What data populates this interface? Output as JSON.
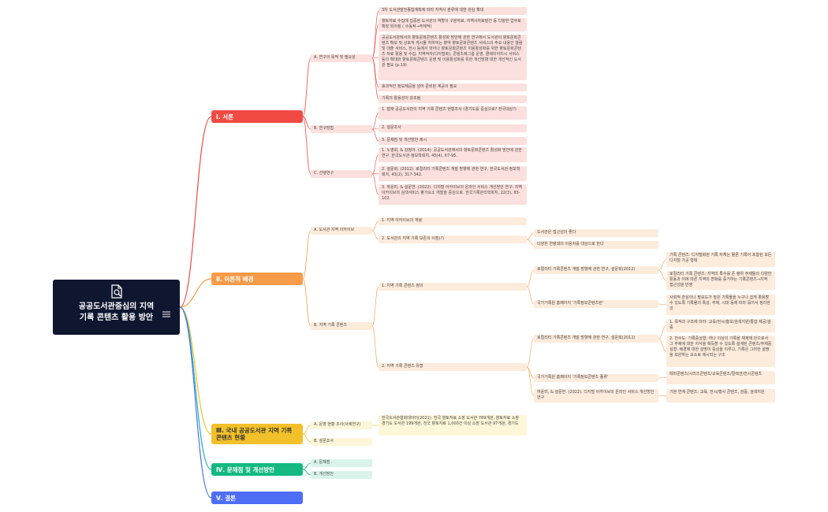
{
  "root": {
    "title_line1": "공공도서관중심의 지역",
    "title_line2": "기록 콘텐츠 활용 방안",
    "icon": "document-search-icon",
    "menu_icon": "menu-lines-icon"
  },
  "colors": {
    "red": "#f04a43",
    "orange": "#f79b48",
    "yellow": "#f2c12a",
    "green": "#14b981",
    "blue": "#4d6ef5",
    "cyan": "#27b0d9"
  },
  "b1": {
    "label": "Ⅰ. 서론",
    "a": {
      "label": "A. 연구의 목적 및 필요성",
      "items": [
        "3차 도서관발전종합계획에 따라 지역사 분류에 대한 관심 확대",
        "향토자료 수집에 집중된 도서관의 역할이 구분자료, 지역사자료발간 등 다양한 업무로 확장 되어짐 ( 수동적→주체적)",
        "공공도서관에서의 향토문화콘텐츠 활성화 방안에 관한 연구에서 도서관의 향토문화콘텐츠 확보 및 상호적 게시물 허하여는 향약 향토문화콘텐츠 서비스의 주요 내용인 열람 및 대출 서비스, 전시 등에서 벗어나 향토문화콘텐츠 이용활성화를 위한 향토문화콘텐츠 자료 활용 및 수집, 지역적자(디지털화), 콘텐츠제그룹 운영, 클레이어지시 서비스 등의 확대와 향토문화콘텐츠 운영 및 이용활성화를 위한 개선방향 대한 개선적인 도서관 필요 (p.19)",
        "효과적인 정보제공을 넘어 준비된 계공이 필요",
        "기록의 활용성이 강조됨"
      ]
    },
    "b": {
      "label": "B. 연구방법",
      "items": [
        "1. 협재 공공도서관의 지역 기록 콘텐츠 현황조사 (경기도를 중심으로? 전국대상?)",
        "2. 설문조사",
        "3. 문제점 및 개선방안 제시"
      ]
    },
    "c": {
      "label": "C. 선행연구",
      "items": [
        "1. 노영희, & 강정아. (2014). 공공도서관에서의 향토문화콘텐츠 활성화 방안에 관한 연구. 한국도서관·정보학회지, 45(4), 67-95.",
        "2. 설문희. (2012). 로컬리티 기록콘텐츠 개발 방향에 관한 연구. 한국도서관·정보학회지, 43(2), 317-342.",
        "3. 하윤미, & 설문연. (2022). 디지털 아카이브의 온라인 서비스 개선방안 연구: 지역 아카이브의 검색서비스 평가요소 개발을 중심으로. 한국기록관리학회지, 22(3), 83-102."
      ]
    }
  },
  "b2": {
    "label": "Ⅱ. 이론적 배경",
    "a": {
      "label": "A. 도서관 지역 아카이브",
      "i1": "1. 지역 아카이브의 개념",
      "i2": "2. 도서관의 지역 기록 보존의 이점(?)",
      "i2_children": [
        "도서관은 접근성이 좋다",
        "다양한 연령대의 이용자를 대상으로 한다"
      ]
    },
    "b": {
      "label": "B. 지역 기록 콘텐츠",
      "i1": "1. 지역 기록 콘텐츠 정의",
      "i1_children": [
        {
          "label": "로컬리티 기록콘텐츠 개발 방향에 관한 연구, 설문희(2012)",
          "children": [
            "기록 콘텐츠: 디지털화된 기록 자체는 물론 기록이 포함된 모든 디지털 가공 형태",
            "로컬리티 기록 콘텐츠: 지역의 특수를 존 평위 주제들의 다양한 활동과 이에 따른 지역의 변화를 증거하는 기록콘텐츠→지역 접근성을 반영"
          ]
        },
        {
          "label": "국가기록원 홈페이지 '기록정보콘텐츠란'",
          "children": [
            "사회적 관심이나 필요도가 높은 기록물을 누구나 쉽게 활용할 수 있도록 기록물의 특성, 주제, 시대 등에 따라 묶어서 정리한 것"
          ]
        }
      ],
      "i2": "2. 지역 기록 콘텐츠 유형",
      "i2_children": [
        {
          "label": "로컬리티 기록콘텐츠 개발 방향에 관한 연구, 설문희(2012)",
          "children": [
            "1. 목적과 구조에 따라: 교육/전시/홍보/검색지원/통합 제공/검증",
            "2. 전수도: 기록중심형: 하나 이상의 기록을 재계재 단으로서 그 주제에 대한 지식을 획득할 수 있도록 설계된 콘텐츠/주제중심형: 배경에 대한 설명이 중심을 이루고, 기록은 그러한 설명을 보완하는 요소로 제시되는 구조"
          ]
        },
        {
          "label": "국가기록원 홈페이지 '기록정보콘텐츠 종류'",
          "children": [
            "테마콘텐츠/시리즈콘텐츠/교육콘텐츠/컬렉션/전시콘텐츠"
          ]
        },
        {
          "label": "하윤미, & 설문연. (2022). 디지털 아카이브의 온라인 서비스 개선방안 연구",
          "children": [
            "기본 연계 콘텐츠: 교육, 전시/행사 콘텐츠, 검증, 검색지원"
          ]
        }
      ]
    }
  },
  "b3": {
    "label": "Ⅲ. 국내 공공도서관 지역 기록 콘텐츠 현황",
    "a": {
      "label": "A. 운영 현황 조사(사례연구)",
      "items": [
        "한국도서관협회데이터(2021): 전국 향토자료 소장 도서관 789개관, 향토자료 소장 경기도 도서관 199개관, 전국 향토자료 1,000건 이상 소장 도서관 97개관, 경기도"
      ]
    },
    "b": {
      "label": "B. 설문조사"
    }
  },
  "b4": {
    "label": "Ⅳ. 문제점 및 개선방안",
    "a": {
      "label": "A. 문제점"
    },
    "b": {
      "label": "B. 개선방안"
    }
  },
  "b5": {
    "label": "Ⅴ. 결론"
  }
}
